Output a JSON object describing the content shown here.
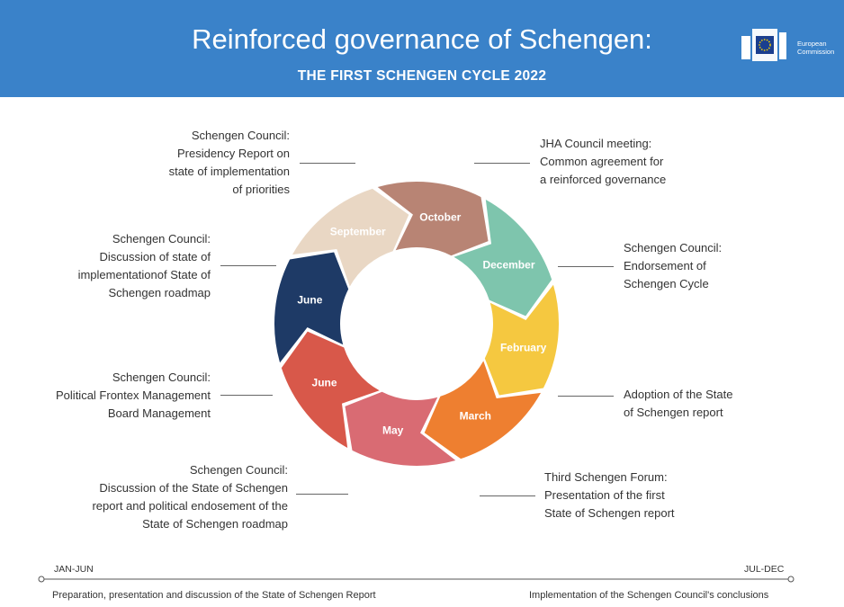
{
  "header": {
    "title": "Reinforced governance of Schengen:",
    "subtitle": "THE FIRST SCHENGEN CYCLE 2022",
    "logo_line1": "European",
    "logo_line2": "Commission"
  },
  "cycle": {
    "segments": [
      {
        "label": "December",
        "color": "#7ec5ad"
      },
      {
        "label": "February",
        "color": "#f5c840"
      },
      {
        "label": "March",
        "color": "#ee7f30"
      },
      {
        "label": "May",
        "color": "#d96b73"
      },
      {
        "label": "June",
        "color": "#d8584a"
      },
      {
        "label": "June",
        "color": "#1e3a66"
      },
      {
        "label": "September",
        "color": "#e9d7c4"
      },
      {
        "label": "October",
        "color": "#b88474"
      }
    ]
  },
  "annotations": {
    "dec": [
      "Schengen Council:",
      "Presidency Report on",
      "state of implementation",
      "of priorities"
    ],
    "feb": [
      "JHA Council meeting:",
      "Common agreement for",
      "a reinforced governance"
    ],
    "mar": [
      "Schengen Council:",
      "Endorsement of",
      "Schengen Cycle"
    ],
    "may": [
      "Adoption of the State",
      "of Schengen report"
    ],
    "jun_r": [
      "Third Schengen Forum:",
      "Presentation of the first",
      "State of Schengen report"
    ],
    "jun_l": [
      "Schengen Council:",
      "Discussion of the State of Schengen",
      "report and political endosement of the",
      "State of Schengen roadmap"
    ],
    "sep": [
      "Schengen Council:",
      "Political Frontex Management",
      "Board Management"
    ],
    "oct": [
      "Schengen Council:",
      "Discussion of state of",
      "implementationof State of",
      "Schengen roadmap"
    ]
  },
  "timeline": {
    "left_label": "JAN-JUN",
    "right_label": "JUL-DEC",
    "left_text": "Preparation, presentation and discussion of the State of Schengen Report",
    "right_text": "Implementation of the Schengen Council's conclusions"
  }
}
